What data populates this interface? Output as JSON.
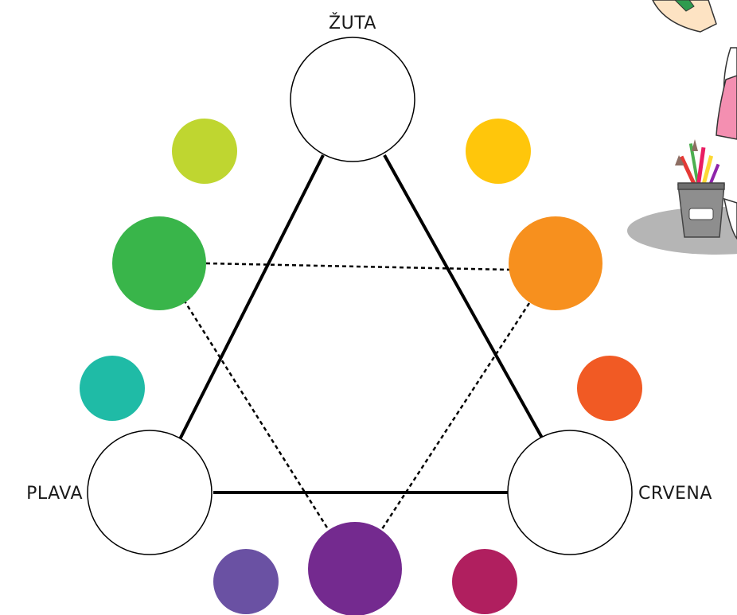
{
  "primaries": {
    "top": {
      "label": "ŽUTA"
    },
    "left": {
      "label": "PLAVA"
    },
    "right": {
      "label": "CRVENA"
    }
  },
  "secondaries": {
    "green": "#39b54a",
    "orange": "#f7901e",
    "purple": "#742a8f"
  },
  "tertiaries": {
    "yellow_green": "#bfd630",
    "yellow_orange": "#ffc60b",
    "blue_green": "#1fbba6",
    "red_orange": "#f15a24",
    "blue_violet": "#6a51a3",
    "red_violet": "#b01f5f"
  },
  "illustration": {
    "subject": "child-with-pencil-cup-icon"
  }
}
